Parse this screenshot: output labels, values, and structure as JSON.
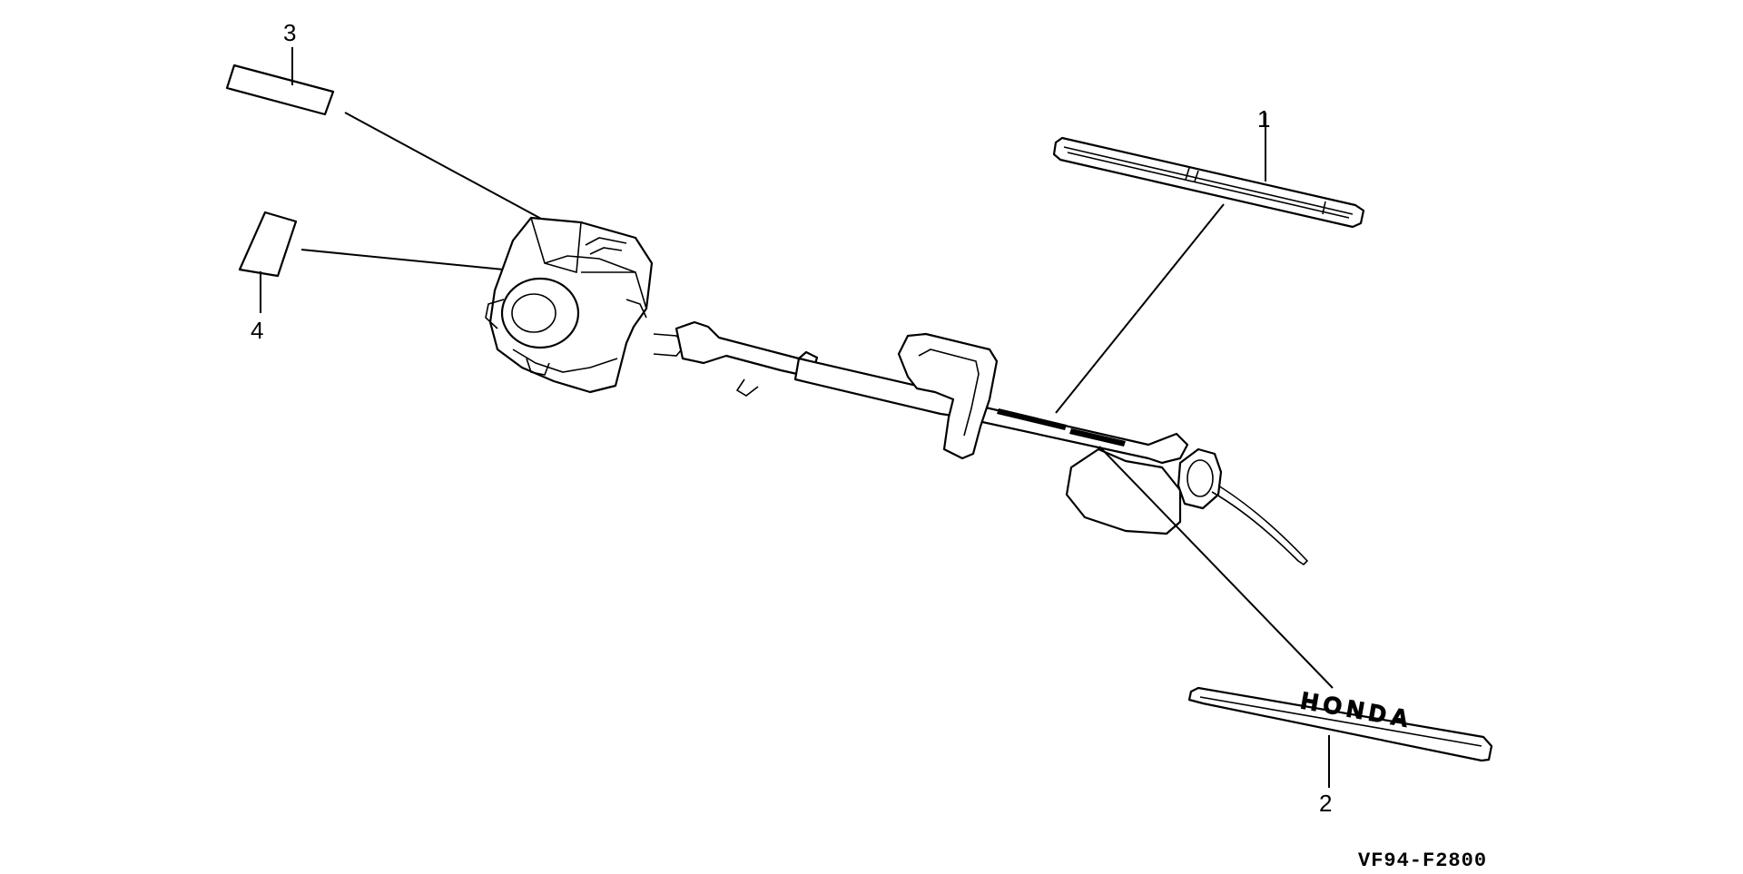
{
  "diagram": {
    "callouts": [
      {
        "id": "1",
        "label": "1"
      },
      {
        "id": "2",
        "label": "2"
      },
      {
        "id": "3",
        "label": "3"
      },
      {
        "id": "4",
        "label": "4"
      }
    ],
    "decal_lettering": "HONDA",
    "figure_code": "VF94-F2800"
  }
}
